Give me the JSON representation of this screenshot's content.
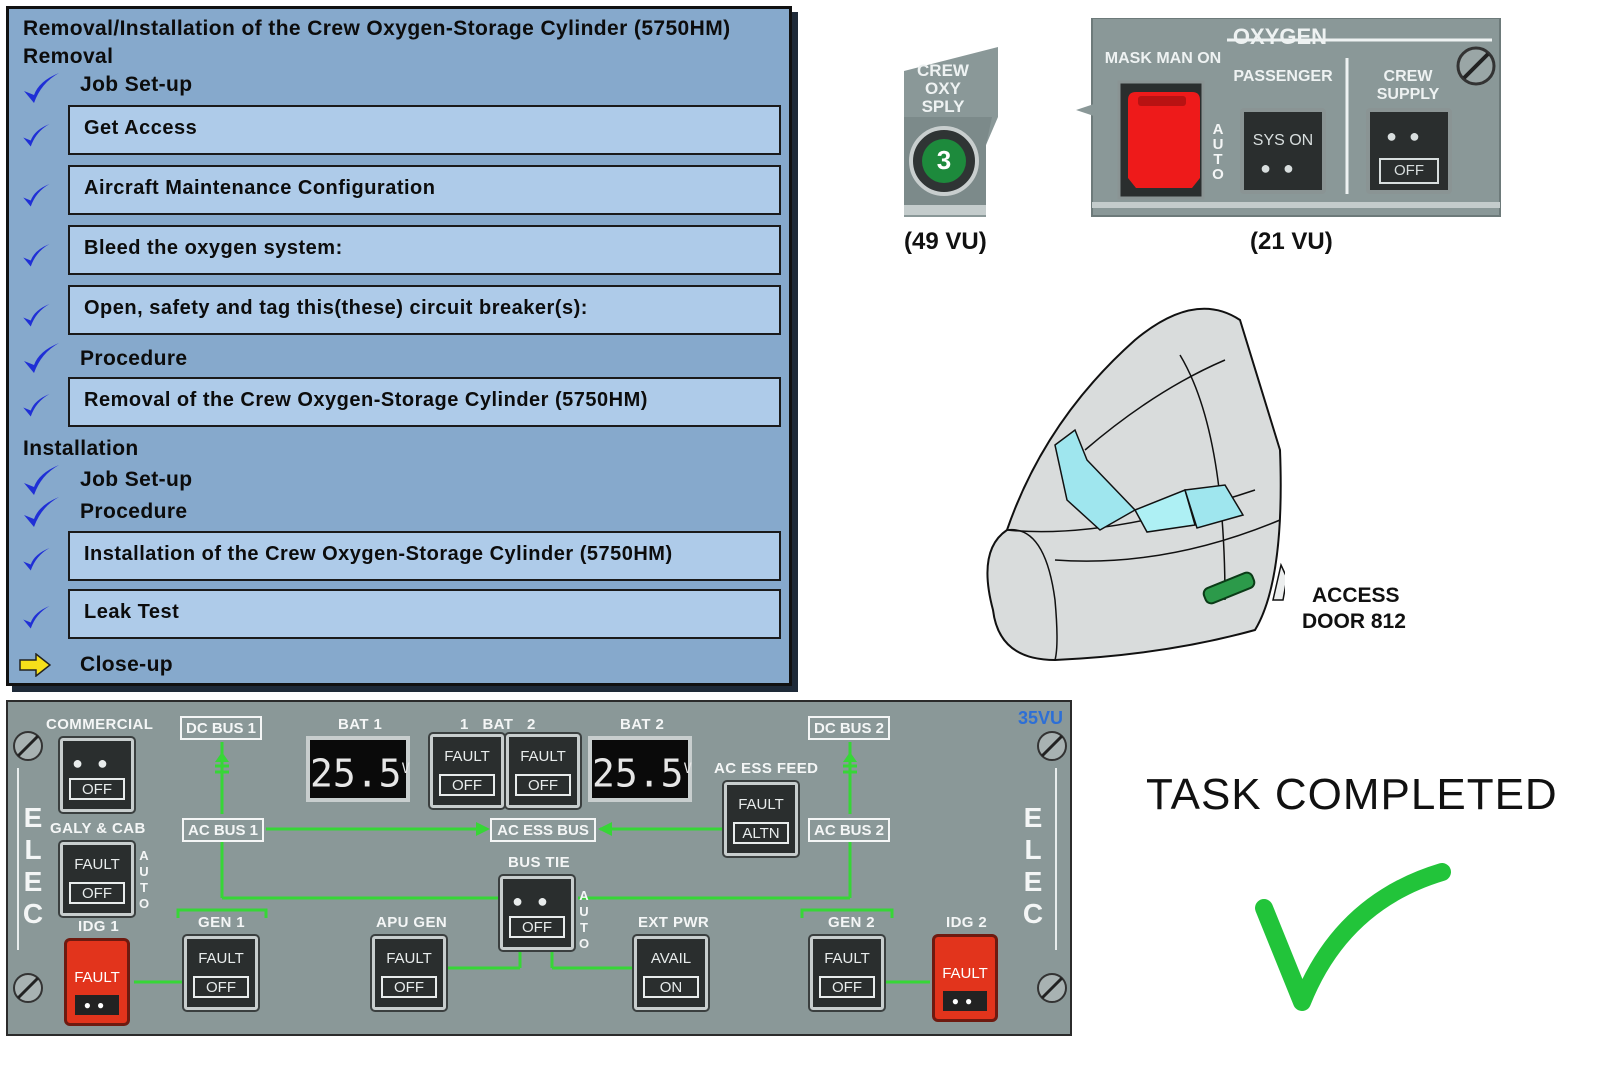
{
  "task": {
    "title": "Removal/Installation of the Crew Oxygen-Storage Cylinder (5750HM)",
    "removal_heading": "Removal",
    "installation_heading": "Installation",
    "rows": [
      {
        "label": "Job Set-up",
        "boxed": false,
        "status": "done"
      },
      {
        "label": "Get Access",
        "boxed": true,
        "status": "done"
      },
      {
        "label": "Aircraft Maintenance Configuration",
        "boxed": true,
        "status": "done"
      },
      {
        "label": "Bleed the oxygen system:",
        "boxed": true,
        "status": "done"
      },
      {
        "label": "Open, safety and tag this(these) circuit breaker(s):",
        "boxed": true,
        "status": "done"
      },
      {
        "label": "Procedure",
        "boxed": false,
        "status": "done"
      },
      {
        "label": "Removal of the Crew Oxygen-Storage Cylinder (5750HM)",
        "boxed": true,
        "status": "done"
      },
      {
        "label": "Job Set-up",
        "boxed": false,
        "status": "done"
      },
      {
        "label": "Procedure",
        "boxed": false,
        "status": "done"
      },
      {
        "label": "Installation of the Crew Oxygen-Storage Cylinder (5750HM)",
        "boxed": true,
        "status": "done"
      },
      {
        "label": "Leak Test",
        "boxed": true,
        "status": "done"
      },
      {
        "label": "Close-up",
        "boxed": false,
        "status": "current"
      }
    ],
    "check_color": "#1f2fd6",
    "arrow_color": "#f6e01a"
  },
  "panel_49vu": {
    "title_line1": "CREW",
    "title_line2": "OXY",
    "title_line3": "SPLY",
    "gauge_value": "3",
    "caption": "(49 VU)"
  },
  "panel_21vu": {
    "title": "OXYGEN",
    "mask_label": "MASK MAN ON",
    "auto_label": "AUTO",
    "passenger_label": "PASSENGER",
    "passenger_button": "SYS ON",
    "crew_label_1": "CREW",
    "crew_label_2": "SUPPLY",
    "crew_button": "OFF",
    "caption": "(21 VU)"
  },
  "aircraft": {
    "access_label_1": "ACCESS",
    "access_label_2": "DOOR 812"
  },
  "elec": {
    "panel_id": "35VU",
    "side_label": "ELEC",
    "commercial": {
      "label": "COMMERCIAL",
      "lower": "OFF"
    },
    "galy_cab": {
      "label": "GALY & CAB",
      "upper": "FAULT",
      "lower": "OFF"
    },
    "idg1": {
      "label": "IDG 1",
      "upper": "FAULT"
    },
    "idg2": {
      "label": "IDG 2",
      "upper": "FAULT"
    },
    "dc_bus_1": "DC BUS 1",
    "dc_bus_2": "DC BUS 2",
    "ac_bus_1": "AC BUS 1",
    "ac_bus_2": "AC BUS 2",
    "ac_ess_bus": "AC ESS BUS",
    "bat1": {
      "label": "BAT 1",
      "value": "25.5",
      "unit": "V"
    },
    "bat2": {
      "label": "BAT 2",
      "value": "25.5",
      "unit": "V"
    },
    "bat_label": "1   BAT   2",
    "bat_pb1": {
      "upper": "FAULT",
      "lower": "OFF"
    },
    "bat_pb2": {
      "upper": "FAULT",
      "lower": "OFF"
    },
    "ac_ess_feed": {
      "label": "AC ESS FEED",
      "upper": "FAULT",
      "lower": "ALTN"
    },
    "bus_tie": {
      "label": "BUS TIE",
      "lower": "OFF"
    },
    "gen1": {
      "label": "GEN 1",
      "upper": "FAULT",
      "lower": "OFF"
    },
    "apu_gen": {
      "label": "APU GEN",
      "upper": "FAULT",
      "lower": "OFF"
    },
    "ext_pwr": {
      "label": "EXT PWR",
      "upper": "AVAIL",
      "lower": "ON"
    },
    "gen2": {
      "label": "GEN 2",
      "upper": "FAULT",
      "lower": "OFF"
    },
    "auto_label": "AUTO"
  },
  "status": {
    "message": "TASK COMPLETED",
    "check_color": "#22c43a"
  }
}
